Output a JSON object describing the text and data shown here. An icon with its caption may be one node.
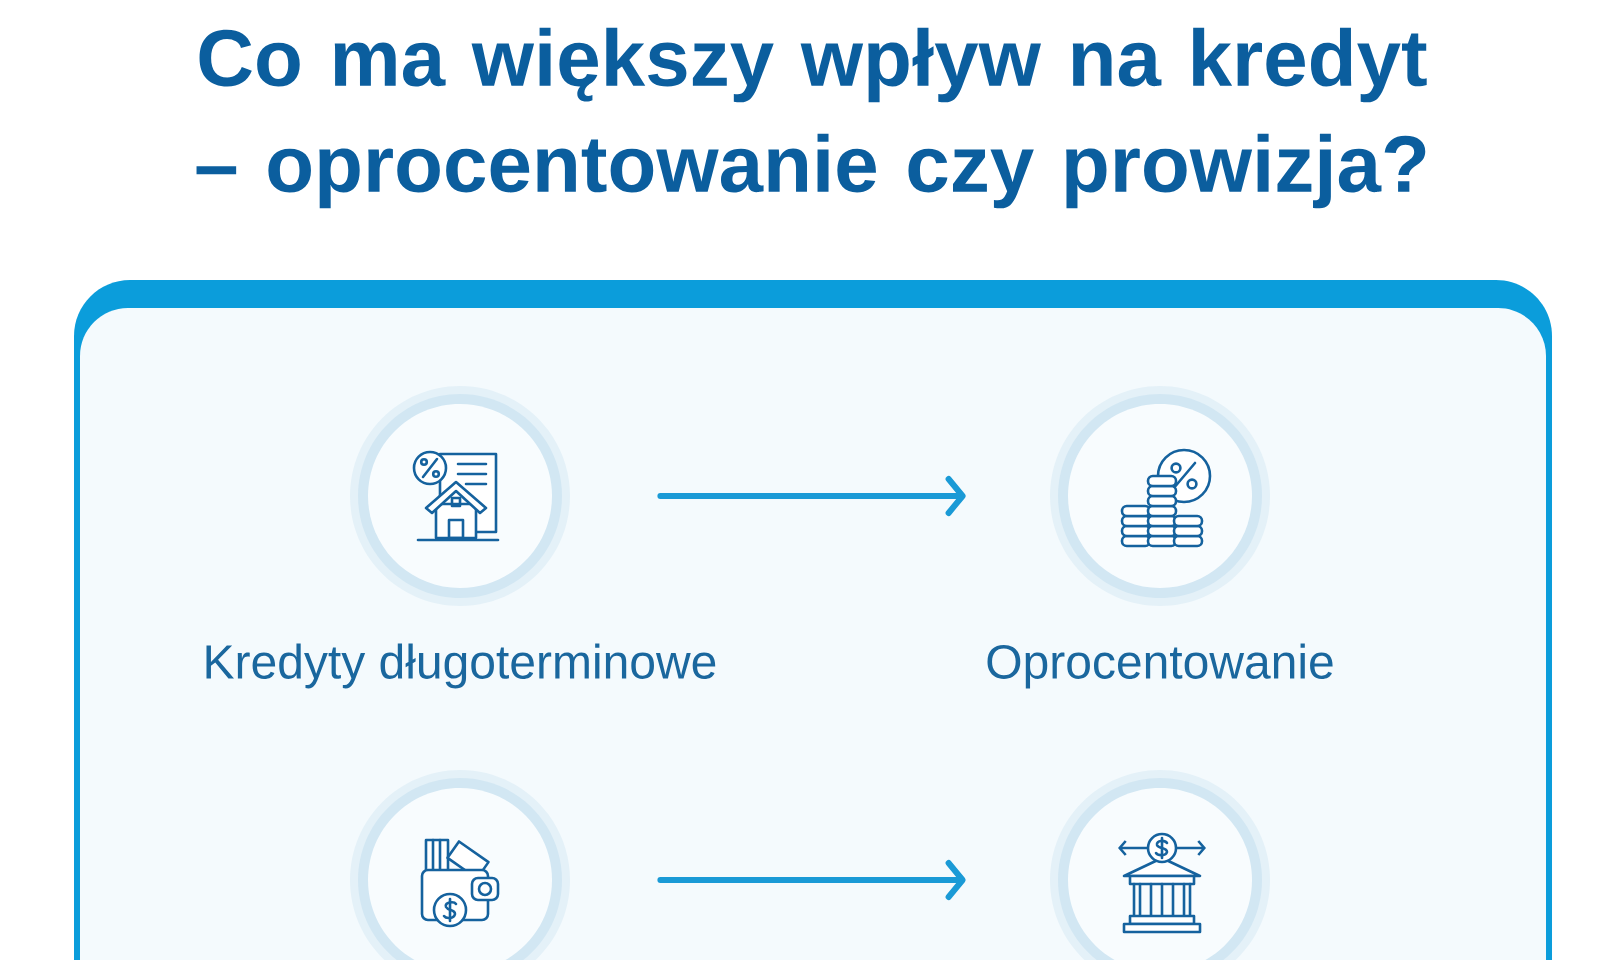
{
  "diagram": {
    "title": "Co ma większy wpływ na kredyt – oprocentowanie czy prowizja?",
    "nodes": [
      {
        "text": [],
        "shape": "box"
      },
      {
        "text": [
          "Kredyty długoterminowe"
        ],
        "in": 0
      },
      {
        "text": [
          "Oprocentowanie"
        ],
        "in": 0
      },
      {
        "text": [],
        "shape": "circle",
        "in": 0
      },
      {
        "text": [],
        "shape": "circle",
        "in": 0
      }
    ],
    "edges": [
      {
        "from": 1,
        "to": 2,
        "arrow": "to"
      },
      {
        "from": 3,
        "to": 4,
        "arrow": "to"
      }
    ]
  }
}
